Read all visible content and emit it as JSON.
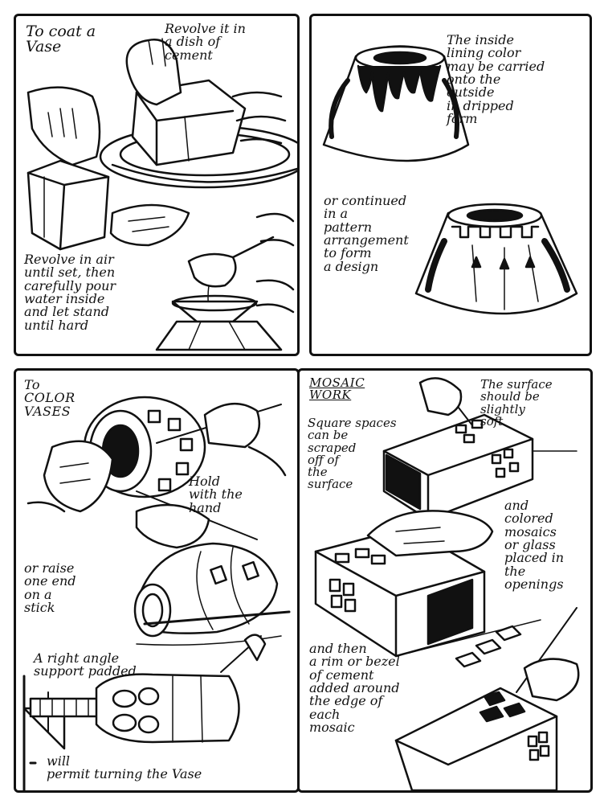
{
  "panels": {
    "coat": {
      "title": "To coat a\nVase",
      "revolve_dish": "Revolve it in\na dish of\ncement",
      "revolve_air": "Revolve in air\nuntil set, then\ncarefully pour\nwater inside\nand let stand\nuntil hard"
    },
    "lining": {
      "inside_lining": "The inside\nlining color\nmay be carried\nonto the\noutside\nin dripped\nform",
      "pattern": "or continued\nin a\npattern\narrangement\nto form\na design"
    },
    "color": {
      "title": "To\nCOLOR\nVASES",
      "hold_hand": "Hold\nwith the\nhand",
      "raise_stick": "or raise\none end\non a\nstick",
      "support_top": "A right angle\nsupport padded",
      "support_bottom": "will\npermit turning the Vase"
    },
    "mosaic": {
      "title": "MOSAIC\nWORK",
      "surface_soft": "The surface\nshould be\nslightly\nsoft",
      "square_spaces": "Square spaces\ncan be\nscraped\noff of\nthe\nsurface",
      "colored_mosaics": "and\ncolored\nmosaics\nor glass\nplaced in\nthe\nopenings",
      "rim_bezel": "and then\na rim or bezel\nof cement\nadded around\nthe edge of\neach\nmosaic"
    }
  },
  "icons": {
    "panel1": [
      "hand-icon",
      "vase-icon",
      "dish-icon",
      "ladle-icon",
      "funnel-icon"
    ],
    "panel2": [
      "drip-vase-icon",
      "pattern-vase-icon"
    ],
    "panel3": [
      "round-vase-icon",
      "brush-icon",
      "stick-vase-icon",
      "support-bracket-icon"
    ],
    "panel4": [
      "box-vase-icon",
      "mosaic-tile-icon",
      "stylus-icon"
    ]
  }
}
